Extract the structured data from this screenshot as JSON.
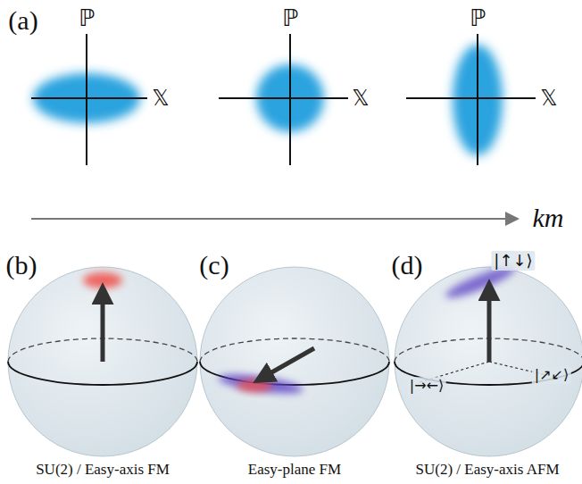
{
  "diagram": {
    "labels": [
      "(a)",
      "ℙ",
      "𝕏",
      "ℙ",
      "𝕏",
      "ℙ",
      "𝕏",
      "km",
      "(b)",
      "(c)",
      "(d)",
      "|↑↓⟩",
      "|→←⟩",
      "|↗↙⟩",
      "SU(2) / Easy-axis FM",
      "Easy-plane FM",
      "SU(2) / Easy-axis AFM"
    ]
  }
}
